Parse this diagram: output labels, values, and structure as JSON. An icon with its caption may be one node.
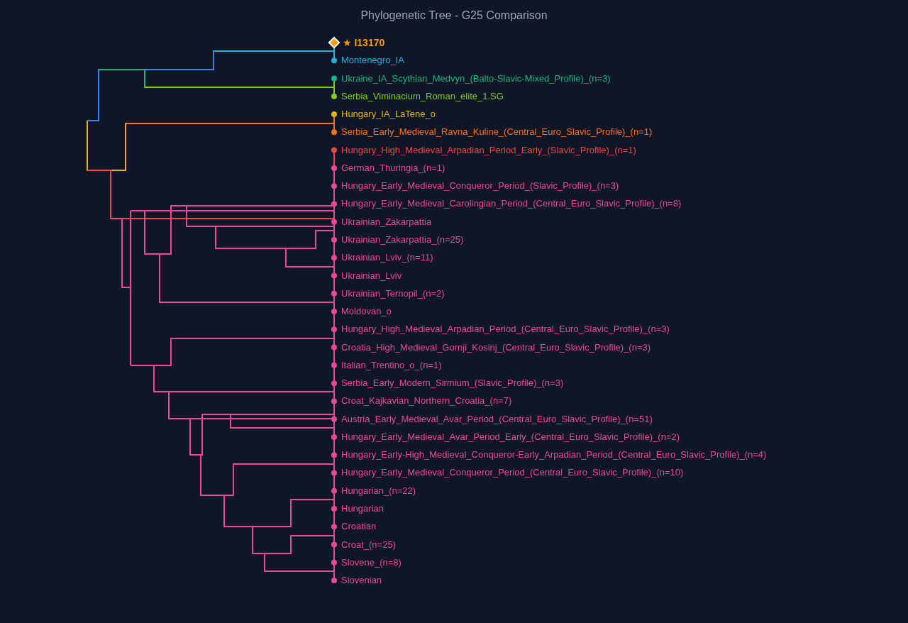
{
  "diagram": {
    "title": "Phylogenetic Tree - G25 Comparison",
    "labels": [
      "★ I13170",
      "Montenegro_IA",
      "Ukraine_IA_Scythian_Medvyn_(Balto-Slavic-Mixed_Profile)_(n=3)",
      "Serbia_Viminacium_Roman_elite_1.SG",
      "Hungary_IA_LaTene_o",
      "Serbia_Early_Medieval_Ravna_Kuline_(Central_Euro_Slavic_Profile)_(n=1)",
      "Hungary_High_Medieval_Arpadian_Period_Early_(Slavic_Profile)_(n=1)",
      "German_Thuringia_(n=1)",
      "Hungary_Early_Medieval_Conqueror_Period_(Slavic_Profile)_(n=3)",
      "Hungary_Early_Medieval_Carolingian_Period_(Central_Euro_Slavic_Profile)_(n=8)",
      "Ukrainian_Zakarpattia",
      "Ukrainian_Zakarpattia_(n=25)",
      "Ukrainian_Lviv_(n=11)",
      "Ukrainian_Lviv",
      "Ukrainian_Ternopil_(n=2)",
      "Moldovan_o",
      "Hungary_High_Medieval_Arpadian_Period_(Central_Euro_Slavic_Profile)_(n=3)",
      "Croatia_High_Medieval_Gornji_Kosinj_(Central_Euro_Slavic_Profile)_(n=3)",
      "Italian_Trentino_o_(n=1)",
      "Serbia_Early_Modern_Sirmium_(Slavic_Profile)_(n=3)",
      "Croat_Kajkavian_Northern_Croatia_(n=7)",
      "Austria_Early_Medieval_Avar_Period_(Central_Euro_Slavic_Profile)_(n=51)",
      "Hungary_Early_Medieval_Avar_Period_Early_(Central_Euro_Slavic_Profile)_(n=2)",
      "Hungary_Early-High_Medieval_Conqueror-Early_Arpadian_Period_(Central_Euro_Slavic_Profile)_(n=4)",
      "Hungary_Early_Medieval_Conqueror_Period_(Central_Euro_Slavic_Profile)_(n=10)",
      "Hungarian_(n=22)",
      "Hungarian",
      "Croatian",
      "Croat_(n=25)",
      "Slovene_(n=8)",
      "Slovenian"
    ]
  }
}
